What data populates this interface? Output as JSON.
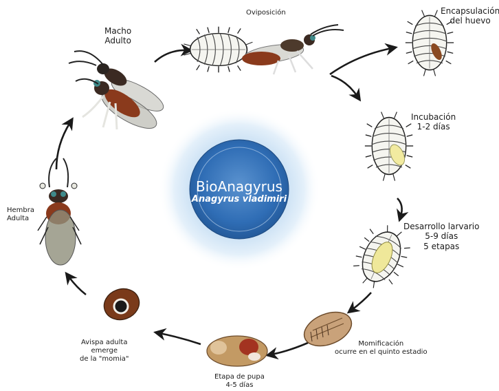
{
  "center": {
    "title": "BioAnagyrus",
    "species": "Anagyrus vladimiri"
  },
  "stages": {
    "oviposition": {
      "line1": "Oviposición"
    },
    "male": {
      "line1": "Macho",
      "line2": "Adulto"
    },
    "encapsulation": {
      "line1": "Encapsulación",
      "line2": "del huevo"
    },
    "incubation": {
      "line1": "Incubación",
      "line2": "1-2 días"
    },
    "larval": {
      "line1": "Desarrollo larvario",
      "line2": "5-9 días",
      "line3": "5 etapas"
    },
    "mummification": {
      "line1": "Momificación",
      "line2": "ocurre en el quinto estadio"
    },
    "pupa": {
      "line1": "Etapa de pupa",
      "line2": "4-5 días"
    },
    "emergence": {
      "line1": "Avispa adulta",
      "line2": "emerge",
      "line3": "de la \"momia\""
    },
    "female": {
      "line1": "Hembra",
      "line2": "Adulta"
    }
  },
  "colors": {
    "center_core": "#2f6db5",
    "center_halo": "#cfe3f5",
    "arrow": "#1a1a1a",
    "wasp_body": "#8a3a1c",
    "wasp_dark": "#3b2a22",
    "mealybug": "#f5f5f0"
  }
}
